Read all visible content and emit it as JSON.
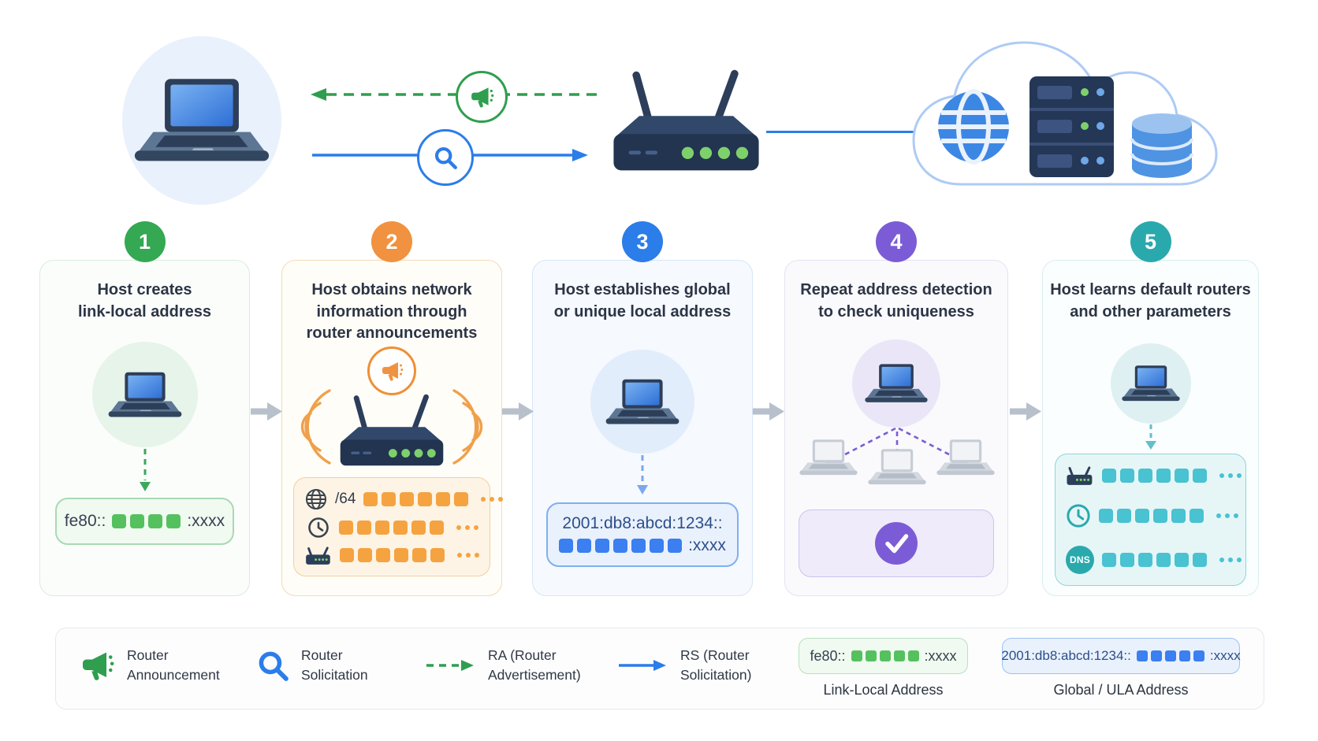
{
  "colors": {
    "green": "#34a853",
    "orange": "#f0923f",
    "blue": "#2b7de9",
    "purple": "#7b5cd6",
    "teal": "#2aa9ad"
  },
  "steps": [
    {
      "number": "1",
      "title": "Host creates\nlink-local address",
      "pill": {
        "prefix": "fe80::",
        "suffix": ":xxxx",
        "squares": 4
      }
    },
    {
      "number": "2",
      "title": "Host obtains network\ninformation through\nrouter announcements",
      "panel": {
        "rows": [
          {
            "icon": "globe-icon",
            "label": "/64",
            "squares": 6,
            "dots": 3
          },
          {
            "icon": "clock-icon",
            "squares": 6,
            "dots": 3
          },
          {
            "icon": "router-icon",
            "squares": 6,
            "dots": 3
          }
        ]
      }
    },
    {
      "number": "3",
      "title": "Host establishes global\nor unique local address",
      "pill": {
        "line1": "2001:db8:abcd:1234::",
        "suffix": ":xxxx",
        "squares": 7
      }
    },
    {
      "number": "4",
      "title": "Repeat address detection\nto check uniqueness"
    },
    {
      "number": "5",
      "title": "Host learns default routers\nand other parameters",
      "panel": {
        "rows": [
          {
            "icon": "router-icon",
            "squares": 6,
            "dots": 3
          },
          {
            "icon": "clock-icon",
            "squares": 6,
            "dots": 3
          },
          {
            "icon": "dns-badge",
            "label": "DNS",
            "squares": 6,
            "dots": 3
          }
        ]
      }
    }
  ],
  "legend": {
    "items": [
      {
        "icon": "megaphone-icon",
        "label": "Router\nAnnouncement"
      },
      {
        "icon": "search-icon",
        "label": "Router\nSolicitation"
      },
      {
        "icon": "dashed-arrow-icon",
        "label": "RA (Router\nAdvertisement)"
      },
      {
        "icon": "solid-arrow-icon",
        "label": "RS (Router\nSolicitation)"
      }
    ],
    "link_local": {
      "prefix": "fe80::",
      "suffix": ":xxxx",
      "squares": 5,
      "caption": "Link-Local Address"
    },
    "global_ula": {
      "prefix": "2001:db8:abcd:1234::",
      "suffix": ":xxxx",
      "squares": 5,
      "caption": "Global / ULA Address"
    }
  }
}
